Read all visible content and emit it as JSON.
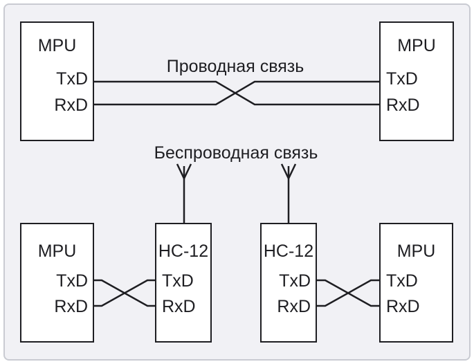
{
  "labels": {
    "wired": "Проводная связь",
    "wireless": "Беспроводная связь"
  },
  "boxes": {
    "mpu_top_left": {
      "title": "MPU",
      "tx": "TxD",
      "rx": "RxD"
    },
    "mpu_top_right": {
      "title": "MPU",
      "tx": "TxD",
      "rx": "RxD"
    },
    "mpu_bottom_left": {
      "title": "MPU",
      "tx": "TxD",
      "rx": "RxD"
    },
    "hc12_bottom_left": {
      "title": "HC-12",
      "tx": "TxD",
      "rx": "RxD"
    },
    "hc12_bottom_right": {
      "title": "HC-12",
      "tx": "TxD",
      "rx": "RxD"
    },
    "mpu_bottom_right": {
      "title": "MPU",
      "tx": "TxD",
      "rx": "RxD"
    }
  },
  "colors": {
    "page": "#ffffff",
    "background": "#f1f1f5",
    "frame_border": "#c9cbd2",
    "line": "#1e1e22",
    "box_fill": "#ffffff",
    "text": "#1e1e22"
  }
}
